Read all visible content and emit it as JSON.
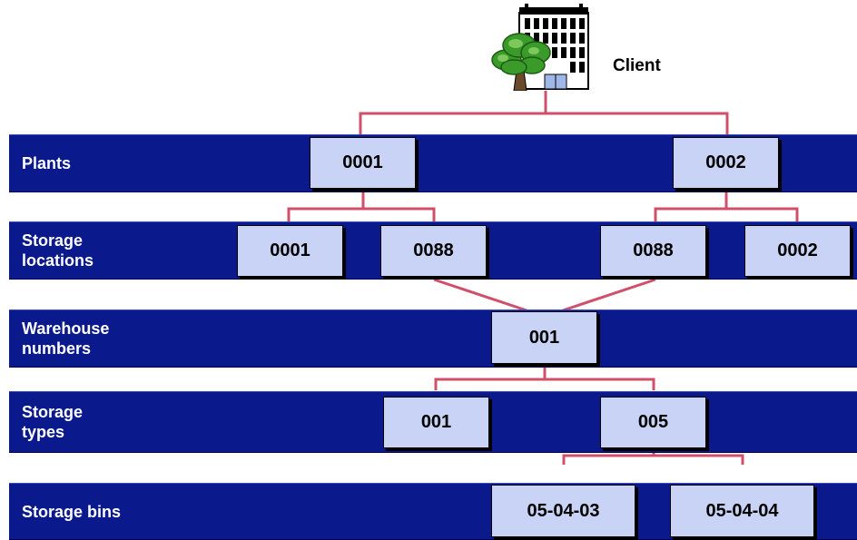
{
  "client": {
    "label": "Client",
    "icon": "building-with-tree-icon"
  },
  "levels": {
    "plants": {
      "label": "Plants"
    },
    "storage_locations": {
      "label": "Storage\nlocations"
    },
    "warehouse_numbers": {
      "label": "Warehouse\nnumbers"
    },
    "storage_types": {
      "label": "Storage\ntypes"
    },
    "storage_bins": {
      "label": "Storage bins"
    }
  },
  "nodes": {
    "plant_1": "0001",
    "plant_2": "0002",
    "sloc_1": "0001",
    "sloc_2": "0088",
    "sloc_3": "0088",
    "sloc_4": "0002",
    "warehouse_1": "001",
    "stype_1": "001",
    "stype_2": "005",
    "bin_1": "05-04-03",
    "bin_2": "05-04-04"
  },
  "colors": {
    "band": "#0a1a8c",
    "node_fill": "#c9d3f5",
    "connector": "#d0506a"
  }
}
